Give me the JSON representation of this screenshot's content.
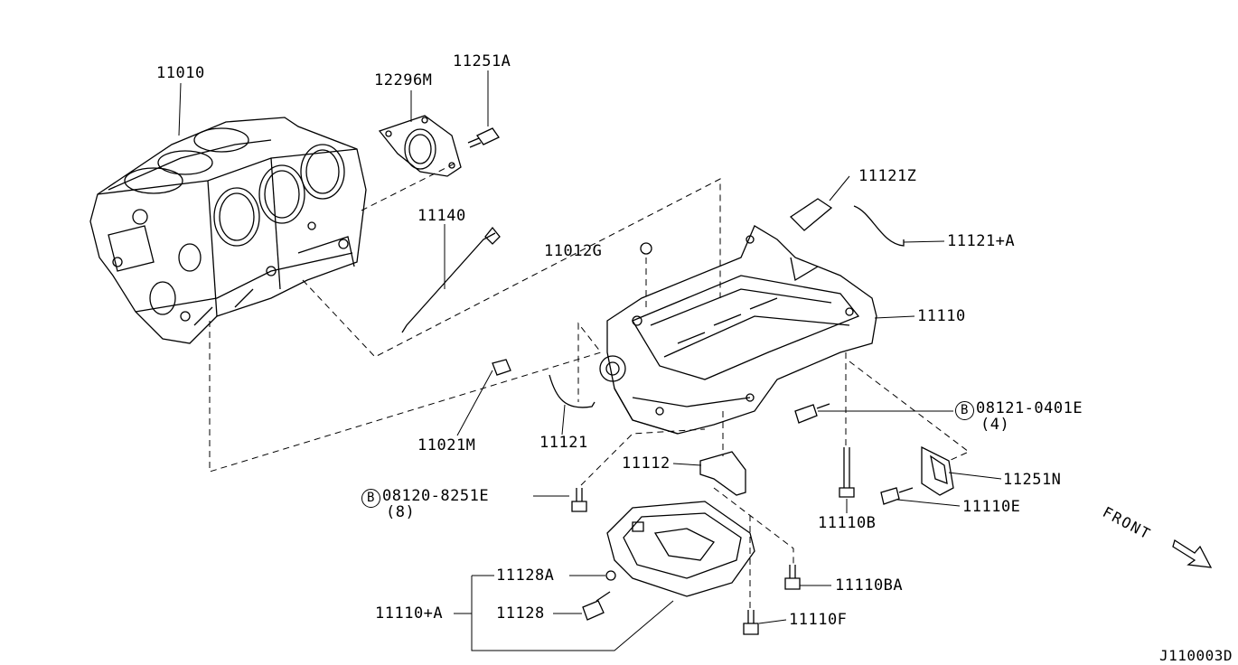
{
  "parts": {
    "p11010": "11010",
    "p12296M": "12296M",
    "p11251A": "11251A",
    "p11140": "11140",
    "p11012G": "11012G",
    "p11121Z": "11121Z",
    "p11121A": "11121+A",
    "p11110": "11110",
    "p08121": "08121-0401E",
    "p08121_qty": "(4)",
    "p11021M": "11021M",
    "p11121": "11121",
    "p11112": "11112",
    "p11251N": "11251N",
    "p08120": "08120-8251E",
    "p08120_qty": "(8)",
    "p11110B": "11110B",
    "p11110E": "11110E",
    "p11128A": "11128A",
    "p11110BA": "11110BA",
    "p11110A": "11110+A",
    "p11128": "11128",
    "p11110F": "11110F"
  },
  "bolt_marker": "B",
  "front_label": "FRONT",
  "diagram_code": "J110003D"
}
